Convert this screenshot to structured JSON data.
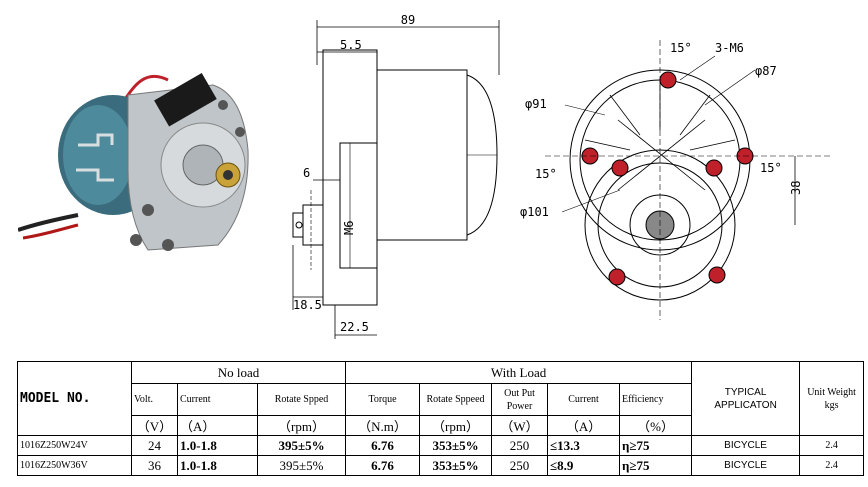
{
  "drawing": {
    "side_view": {
      "overall_width": "89",
      "offset_left": "5.5",
      "shaft_dim": "6",
      "bottom_left": "18.5",
      "bottom_mid": "22.5",
      "shaft_label": "M6"
    },
    "front_view": {
      "angle_top": "15°",
      "screws": "3-M6",
      "dia_87": "φ87",
      "dia_91": "φ91",
      "angle_left": "15°",
      "angle_right": "15°",
      "dim_38": "38",
      "dia_101": "φ101"
    }
  },
  "table": {
    "model_header": "MODEL NO.",
    "no_load_header": "No load",
    "with_load_header": "With Load",
    "typical_header": "TYPICAL APPLICATON",
    "weight_header": "Unit Weight kgs",
    "sub_headers": {
      "volt": "Volt.",
      "current": "Current",
      "rotate_speed": "Rotate Spped",
      "torque": "Torque",
      "rotate_speed_load": "Rotate Sppeed",
      "output_power": "Out Put Power",
      "current_load": "Current",
      "efficiency": "Efficiency"
    },
    "units": {
      "volt": "（V）",
      "current": "（A）",
      "rpm": "（rpm）",
      "torque": "（N.m）",
      "rpm_load": "（rpm）",
      "power": "（W）",
      "current_load": "（A）",
      "efficiency": "（%）"
    },
    "rows": [
      {
        "model": "1016Z250W24V",
        "volt": "24",
        "current": "1.0-1.8",
        "rpm": "395±5%",
        "torque": "6.76",
        "rpm_load": "353±5%",
        "power": "250",
        "current_load": "≤13.3",
        "efficiency": "η≥75",
        "application": "BICYCLE",
        "weight": "2.4"
      },
      {
        "model": "1016Z250W36V",
        "volt": "36",
        "current": "1.0-1.8",
        "rpm": "395±5%",
        "torque": "6.76",
        "rpm_load": "353±5%",
        "power": "250",
        "current_load": "≤8.9",
        "efficiency": "η≥75",
        "application": "BICYCLE",
        "weight": "2.4"
      }
    ]
  }
}
